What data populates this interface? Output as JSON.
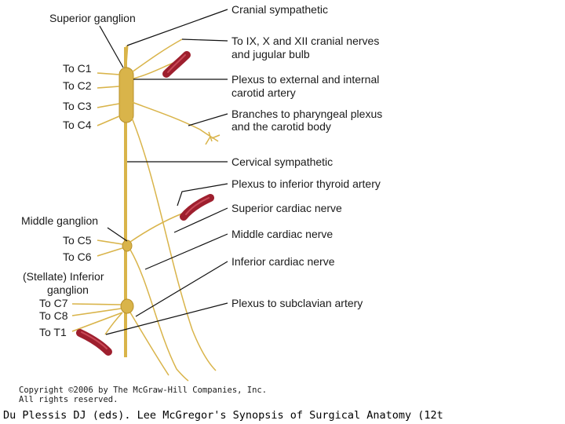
{
  "colors": {
    "nerve": "#d9b44a",
    "nerve_dark": "#b8902a",
    "artery": "#9e1f2e",
    "artery_light": "#c94a58",
    "leader": "#111111"
  },
  "labels_left": {
    "superior_ganglion": "Superior ganglion",
    "to_c1": "To C1",
    "to_c2": "To C2",
    "to_c3": "To C3",
    "to_c4": "To C4",
    "middle_ganglion": "Middle ganglion",
    "to_c5": "To C5",
    "to_c6": "To C6",
    "stellate_line1": "(Stellate) Inferior",
    "stellate_line2": "ganglion",
    "to_c7": "To C7",
    "to_c8": "To C8",
    "to_t1": "To T1"
  },
  "labels_right": {
    "cranial_sympathetic": "Cranial sympathetic",
    "cranial_nerves_line1": "To IX, X and XII cranial nerves",
    "cranial_nerves_line2": "and jugular bulb",
    "carotid_plexus_line1": "Plexus to external and internal",
    "carotid_plexus_line2": "carotid artery",
    "pharyngeal_line1": "Branches to pharyngeal plexus",
    "pharyngeal_line2": "and the carotid body",
    "cervical_sympathetic": "Cervical sympathetic",
    "inferior_thyroid": "Plexus to inferior thyroid artery",
    "superior_cardiac": "Superior cardiac nerve",
    "middle_cardiac": "Middle cardiac nerve",
    "inferior_cardiac": "Inferior cardiac nerve",
    "subclavian": "Plexus to subclavian artery"
  },
  "copyright": {
    "line1": "Copyright ©2006 by The McGraw-Hill Companies, Inc.",
    "line2": "All rights reserved."
  },
  "citation": "Du Plessis DJ (eds). Lee McGregor's Synopsis of Surgical Anatomy (12t"
}
